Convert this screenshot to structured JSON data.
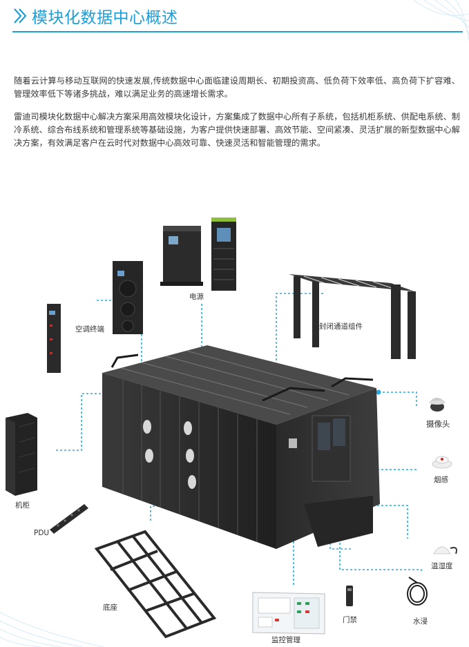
{
  "header": {
    "title": "模块化数据中心概述"
  },
  "intro": {
    "paragraph_1": "随着云计算与移动互联网的快速发展,传统数据中心面临建设周期长、初期投资高、低负荷下效率低、高负荷下扩容难、管理效率低下等诸多挑战，难以满足业务的高速增长需求。",
    "paragraph_2": "雷迪司模块化数据中心解决方案采用高效模块化设计，方案集成了数据中心所有子系统，包括机柜系统、供配电系统、制冷系统、综合布线系统和管理系统等基础设施，为客户提供快速部署、高效节能、空间紧凑、灵活扩展的新型数据中心解决方案，有效满足客户在云时代对数据中心高效可靠、快速灵活和智能管理的需求。"
  },
  "components": {
    "power": "电源",
    "ac_unit": "空调终端",
    "aisle": "封闭通道组件",
    "camera": "摄像头",
    "smoke": "烟感",
    "cabinet": "机柜",
    "pdu": "PDU",
    "temp_humidity": "温湿度",
    "base": "底座",
    "door_access": "门禁",
    "water_leak": "水浸",
    "monitoring": "监控管理"
  },
  "colors": {
    "accent": "#1e9ed6",
    "connector": "#2aa8e0",
    "equipment": "#2b2b2b"
  }
}
